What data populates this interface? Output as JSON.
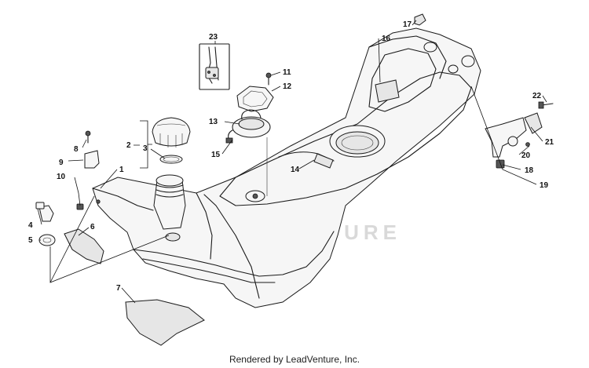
{
  "watermark": "LEADVENTURE",
  "footer": "Rendered by LeadVenture, Inc.",
  "callouts": {
    "c1": "1",
    "c2": "2",
    "c3": "3",
    "c4": "4",
    "c5": "5",
    "c6": "6",
    "c7": "7",
    "c8": "8",
    "c9": "9",
    "c10": "10",
    "c11": "11",
    "c12": "12",
    "c13": "13",
    "c14": "14",
    "c15": "15",
    "c16": "16",
    "c17": "17",
    "c18": "18",
    "c19": "19",
    "c20": "20",
    "c21": "21",
    "c22": "22",
    "c23": "23"
  }
}
